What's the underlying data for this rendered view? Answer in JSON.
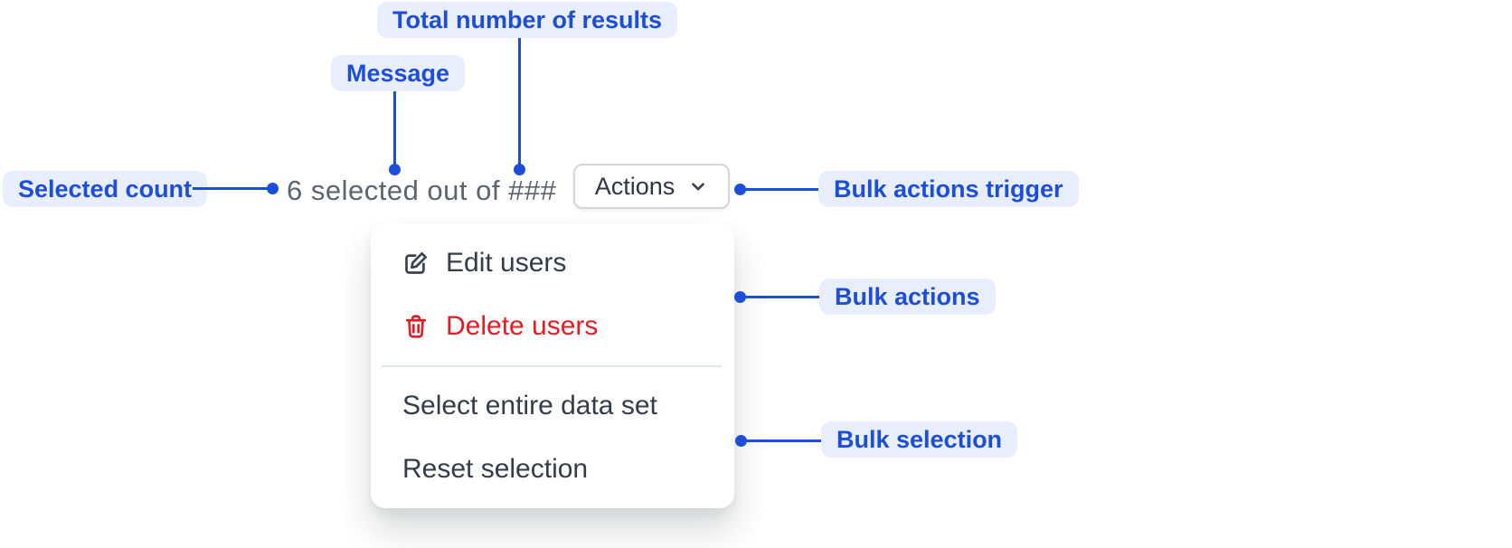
{
  "annotations": {
    "total_results": "Total number of results",
    "message": "Message",
    "selected_count": "Selected count",
    "bulk_actions_trigger": "Bulk actions trigger",
    "bulk_actions": "Bulk actions",
    "bulk_selection": "Bulk selection"
  },
  "bulk_bar": {
    "message": "6 selected out of ###",
    "actions_button": {
      "label": "Actions",
      "icon": "chevron-down-icon"
    }
  },
  "menu": {
    "items": [
      {
        "label": "Edit users",
        "icon": "edit-icon",
        "tone": "default"
      },
      {
        "label": "Delete users",
        "icon": "trash-icon",
        "tone": "critical"
      },
      {
        "label": "Select entire data set",
        "tone": "default"
      },
      {
        "label": "Reset selection",
        "tone": "default"
      }
    ]
  },
  "colors": {
    "accent": "#1d4ed8",
    "accent_bg": "#e9eefc",
    "critical": "#e11d25",
    "message": "#5c6470",
    "menu_text": "#343c49",
    "button_text": "#2f3642",
    "border": "#d3d6db",
    "divider": "#e4e7ea",
    "canvas": "#ffffff"
  }
}
